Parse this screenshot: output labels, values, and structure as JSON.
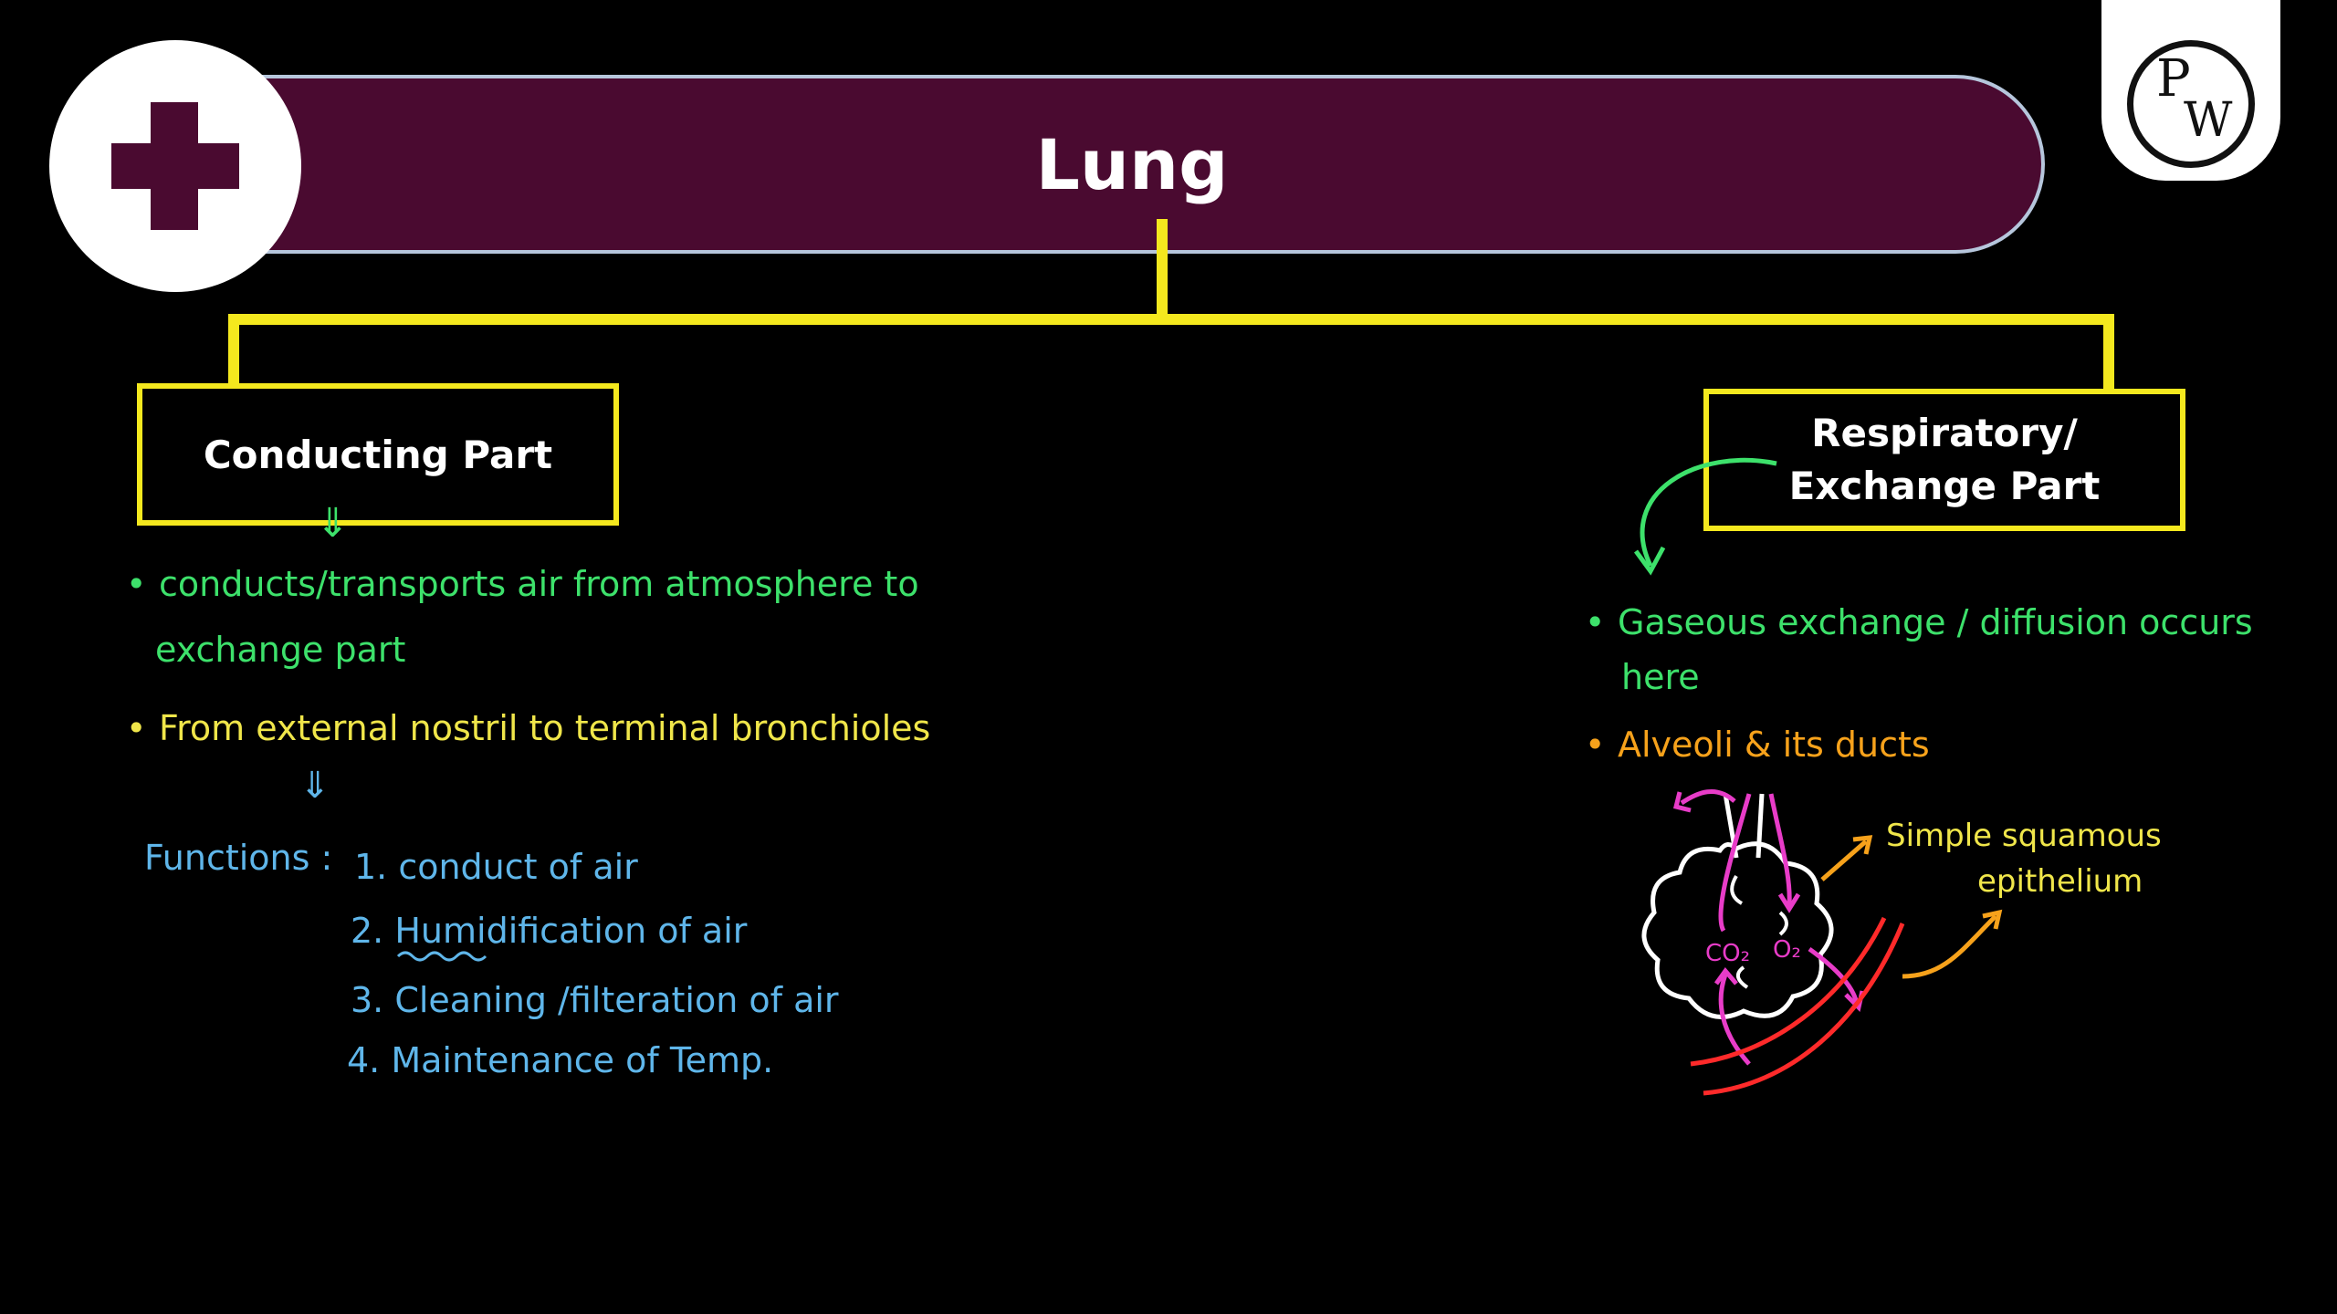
{
  "title": "Lung",
  "logo": {
    "p": "P",
    "w": "W"
  },
  "icons": {
    "header": "medical-cross-icon",
    "brand": "pw-logo"
  },
  "colors": {
    "banner": "#4a0a30",
    "connector": "#f4e81e",
    "green_note": "#3de16b",
    "yellow_note": "#f0e64a",
    "blue_note": "#5fb6ea",
    "orange_note": "#f7a21b",
    "pink_arrows": "#e83cc8",
    "red_wall": "#ff2a2a"
  },
  "conducting": {
    "label": "Conducting Part",
    "points": [
      {
        "bullet": "•",
        "text": "conducts/transports air from  atmosphere  to",
        "cont": "exchange part"
      },
      {
        "bullet": "•",
        "text": "From external nostril to terminal bronchioles"
      }
    ],
    "arrow": "⇓",
    "functions_label": "Functions :",
    "functions": [
      "1. conduct  of air",
      "2. Humidification of air",
      "3. Cleaning /filteration of air",
      "4. Maintenance of Temp."
    ]
  },
  "respiratory": {
    "label_line1": "Respiratory/",
    "label_line2": "Exchange Part",
    "points": [
      {
        "bullet": "•",
        "text": "Gaseous exchange / diffusion occurs",
        "cont": "here"
      },
      {
        "bullet": "•",
        "text": "Alveoli & its ducts"
      }
    ],
    "diagram": {
      "co2": "CO₂",
      "o2": "O₂",
      "label_line1": "Simple squamous",
      "label_line2": "epithelium"
    }
  }
}
